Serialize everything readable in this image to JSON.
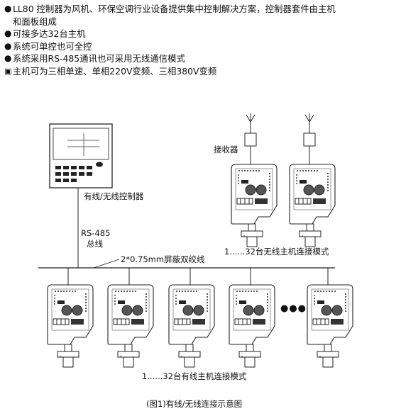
{
  "bullets": [
    {
      "marker": "●",
      "text": "LL80 控制器为风机、环保空调行业设备提供集中控制解决方案，控制器套件由主机",
      "cont": "和面板组成"
    },
    {
      "marker": "●",
      "text": "可接多达32台主机"
    },
    {
      "marker": "●",
      "text": "系统可单控也可全控"
    },
    {
      "marker": "●",
      "text": "系统采用RS-485通讯也可采用无线通信模式"
    },
    {
      "marker": "▣",
      "text": "主机可为三相单速、单相220V变频、三相380V变频"
    }
  ],
  "diagram": {
    "receiver_label": "接收器",
    "controller_label": "有线/无线控制器",
    "bus_label_1": "RS-485",
    "bus_label_2": "总线",
    "cable_label": "2*0.75mm屏蔽双绞线",
    "wireless_caption": "1......32台无线主机连接模式",
    "wired_caption": "1......32台有线主机连接模式",
    "ellipsis": "●●●",
    "figure_caption": "(图1)有线/无线连接示意图"
  }
}
